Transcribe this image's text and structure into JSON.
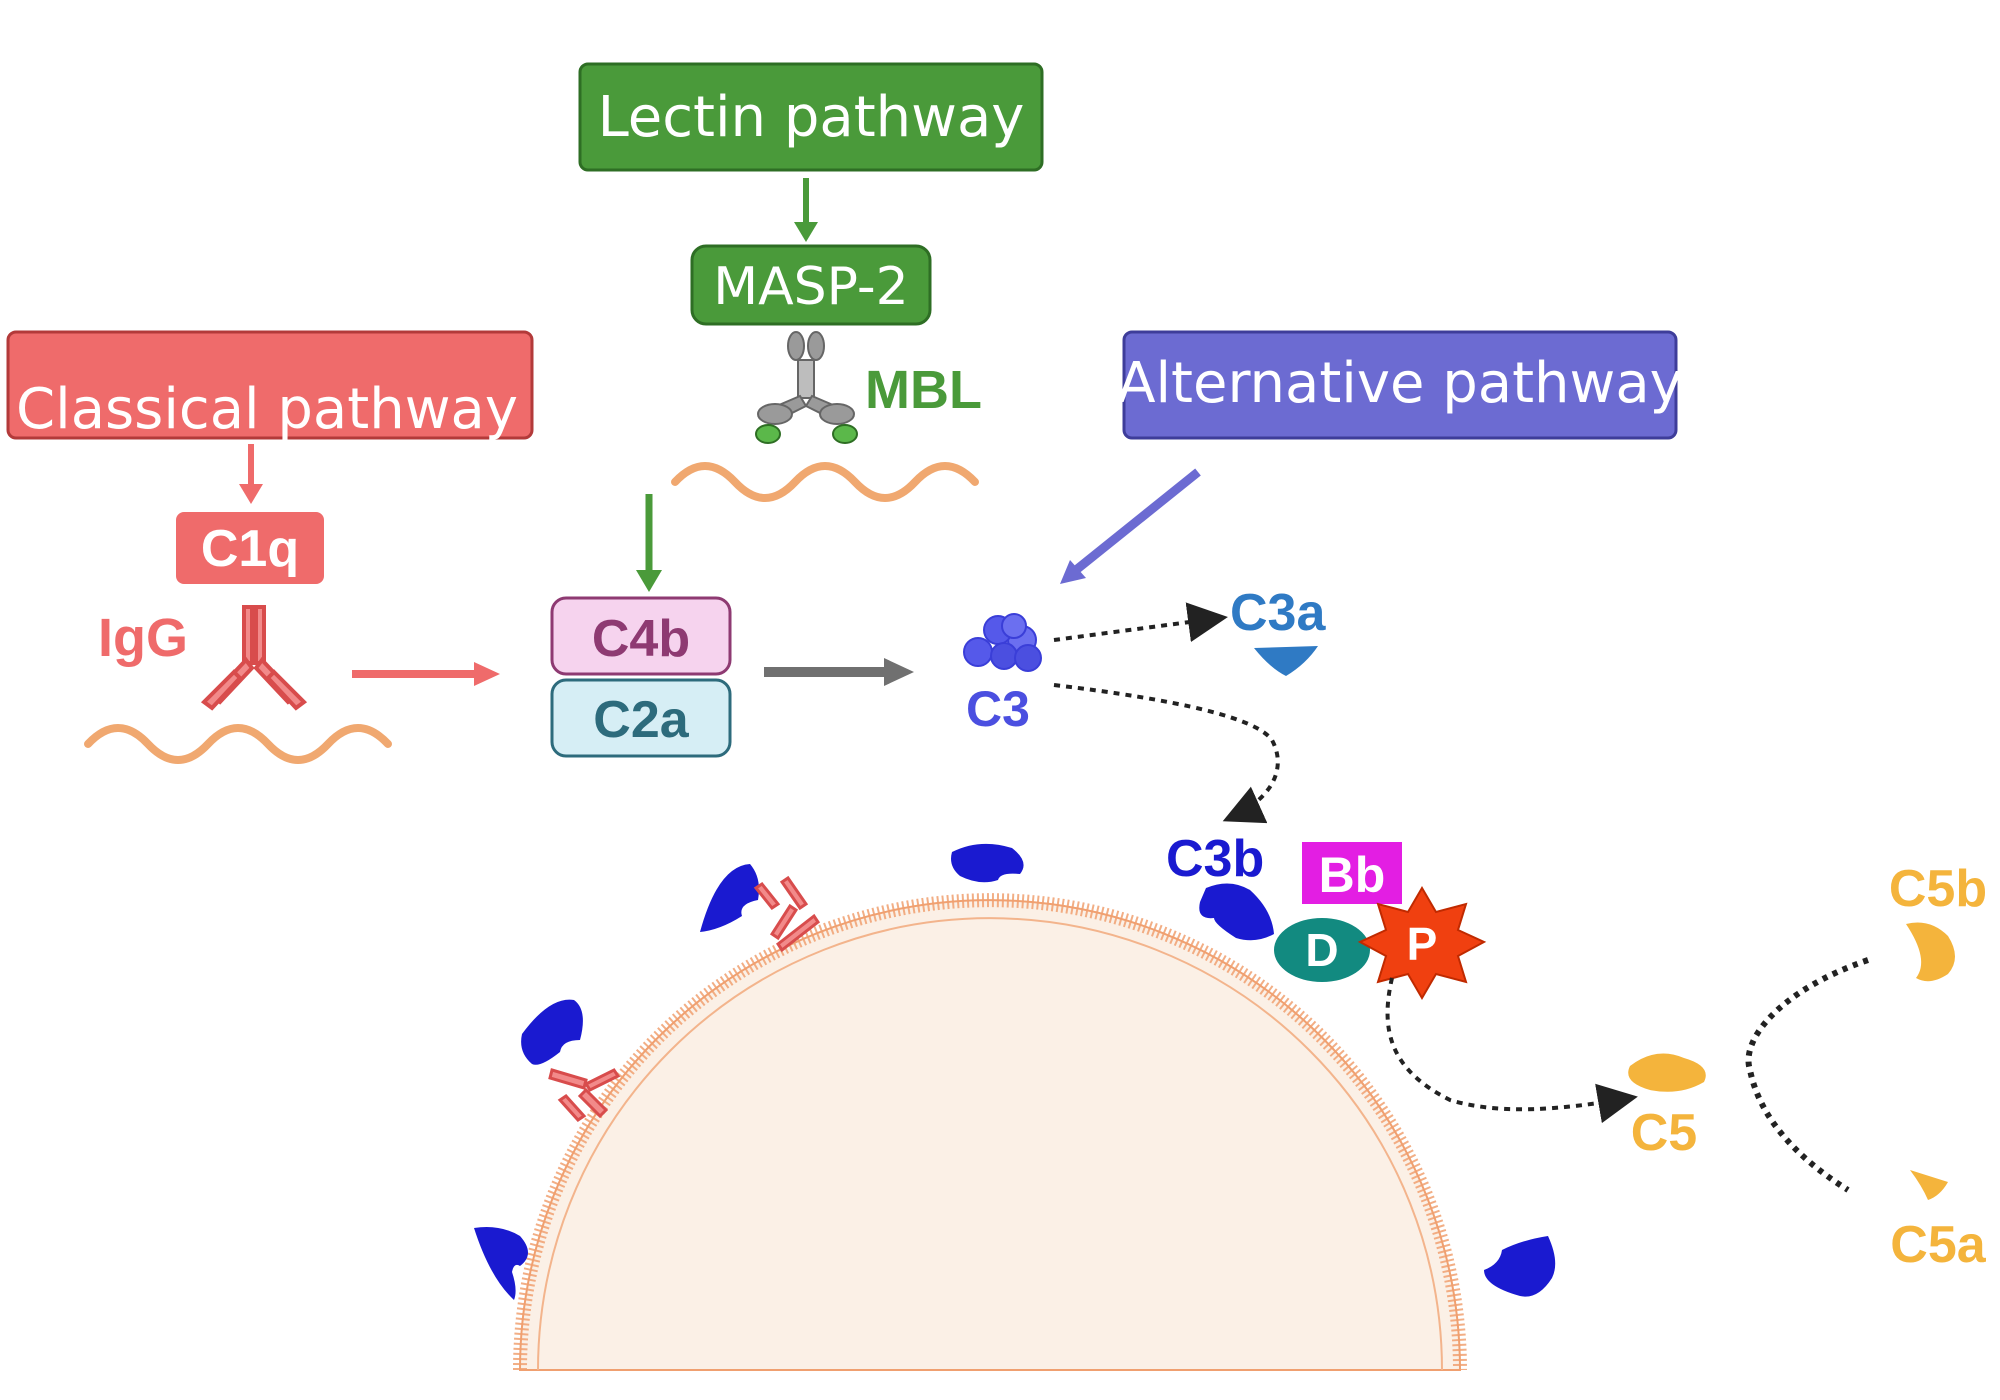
{
  "pathways": {
    "lectin": "Lectin  pathway",
    "classical": "Classical  pathway",
    "alternative": "Alternative pathway"
  },
  "components": {
    "masp2": "MASP-2",
    "mbl": "MBL",
    "c1q": "C1q",
    "igg": "IgG",
    "c4b": "C4b",
    "c2a": "C2a",
    "c3": "C3",
    "c3a": "C3a",
    "c3b": "C3b",
    "bb": "Bb",
    "d": "D",
    "p": "P",
    "c5": "C5",
    "c5a": "C5a",
    "c5b": "C5b"
  },
  "colors": {
    "lectin": "#4a9a3a",
    "classical": "#ef6b6b",
    "alternative": "#6c6bd2",
    "c4b_fill": "#f6d3ee",
    "c4b_text": "#8e3a72",
    "c2a_fill": "#d6eef5",
    "c2a_text": "#2d6b7c",
    "c3": "#4b4fe0",
    "c3a": "#2f7ac4",
    "c3b": "#1a1ad0",
    "bb": "#e31ee3",
    "d": "#128a80",
    "p": "#f04010",
    "c5": "#f4b43c",
    "membrane": "#f0a070",
    "cell": "#fbf0e6"
  }
}
